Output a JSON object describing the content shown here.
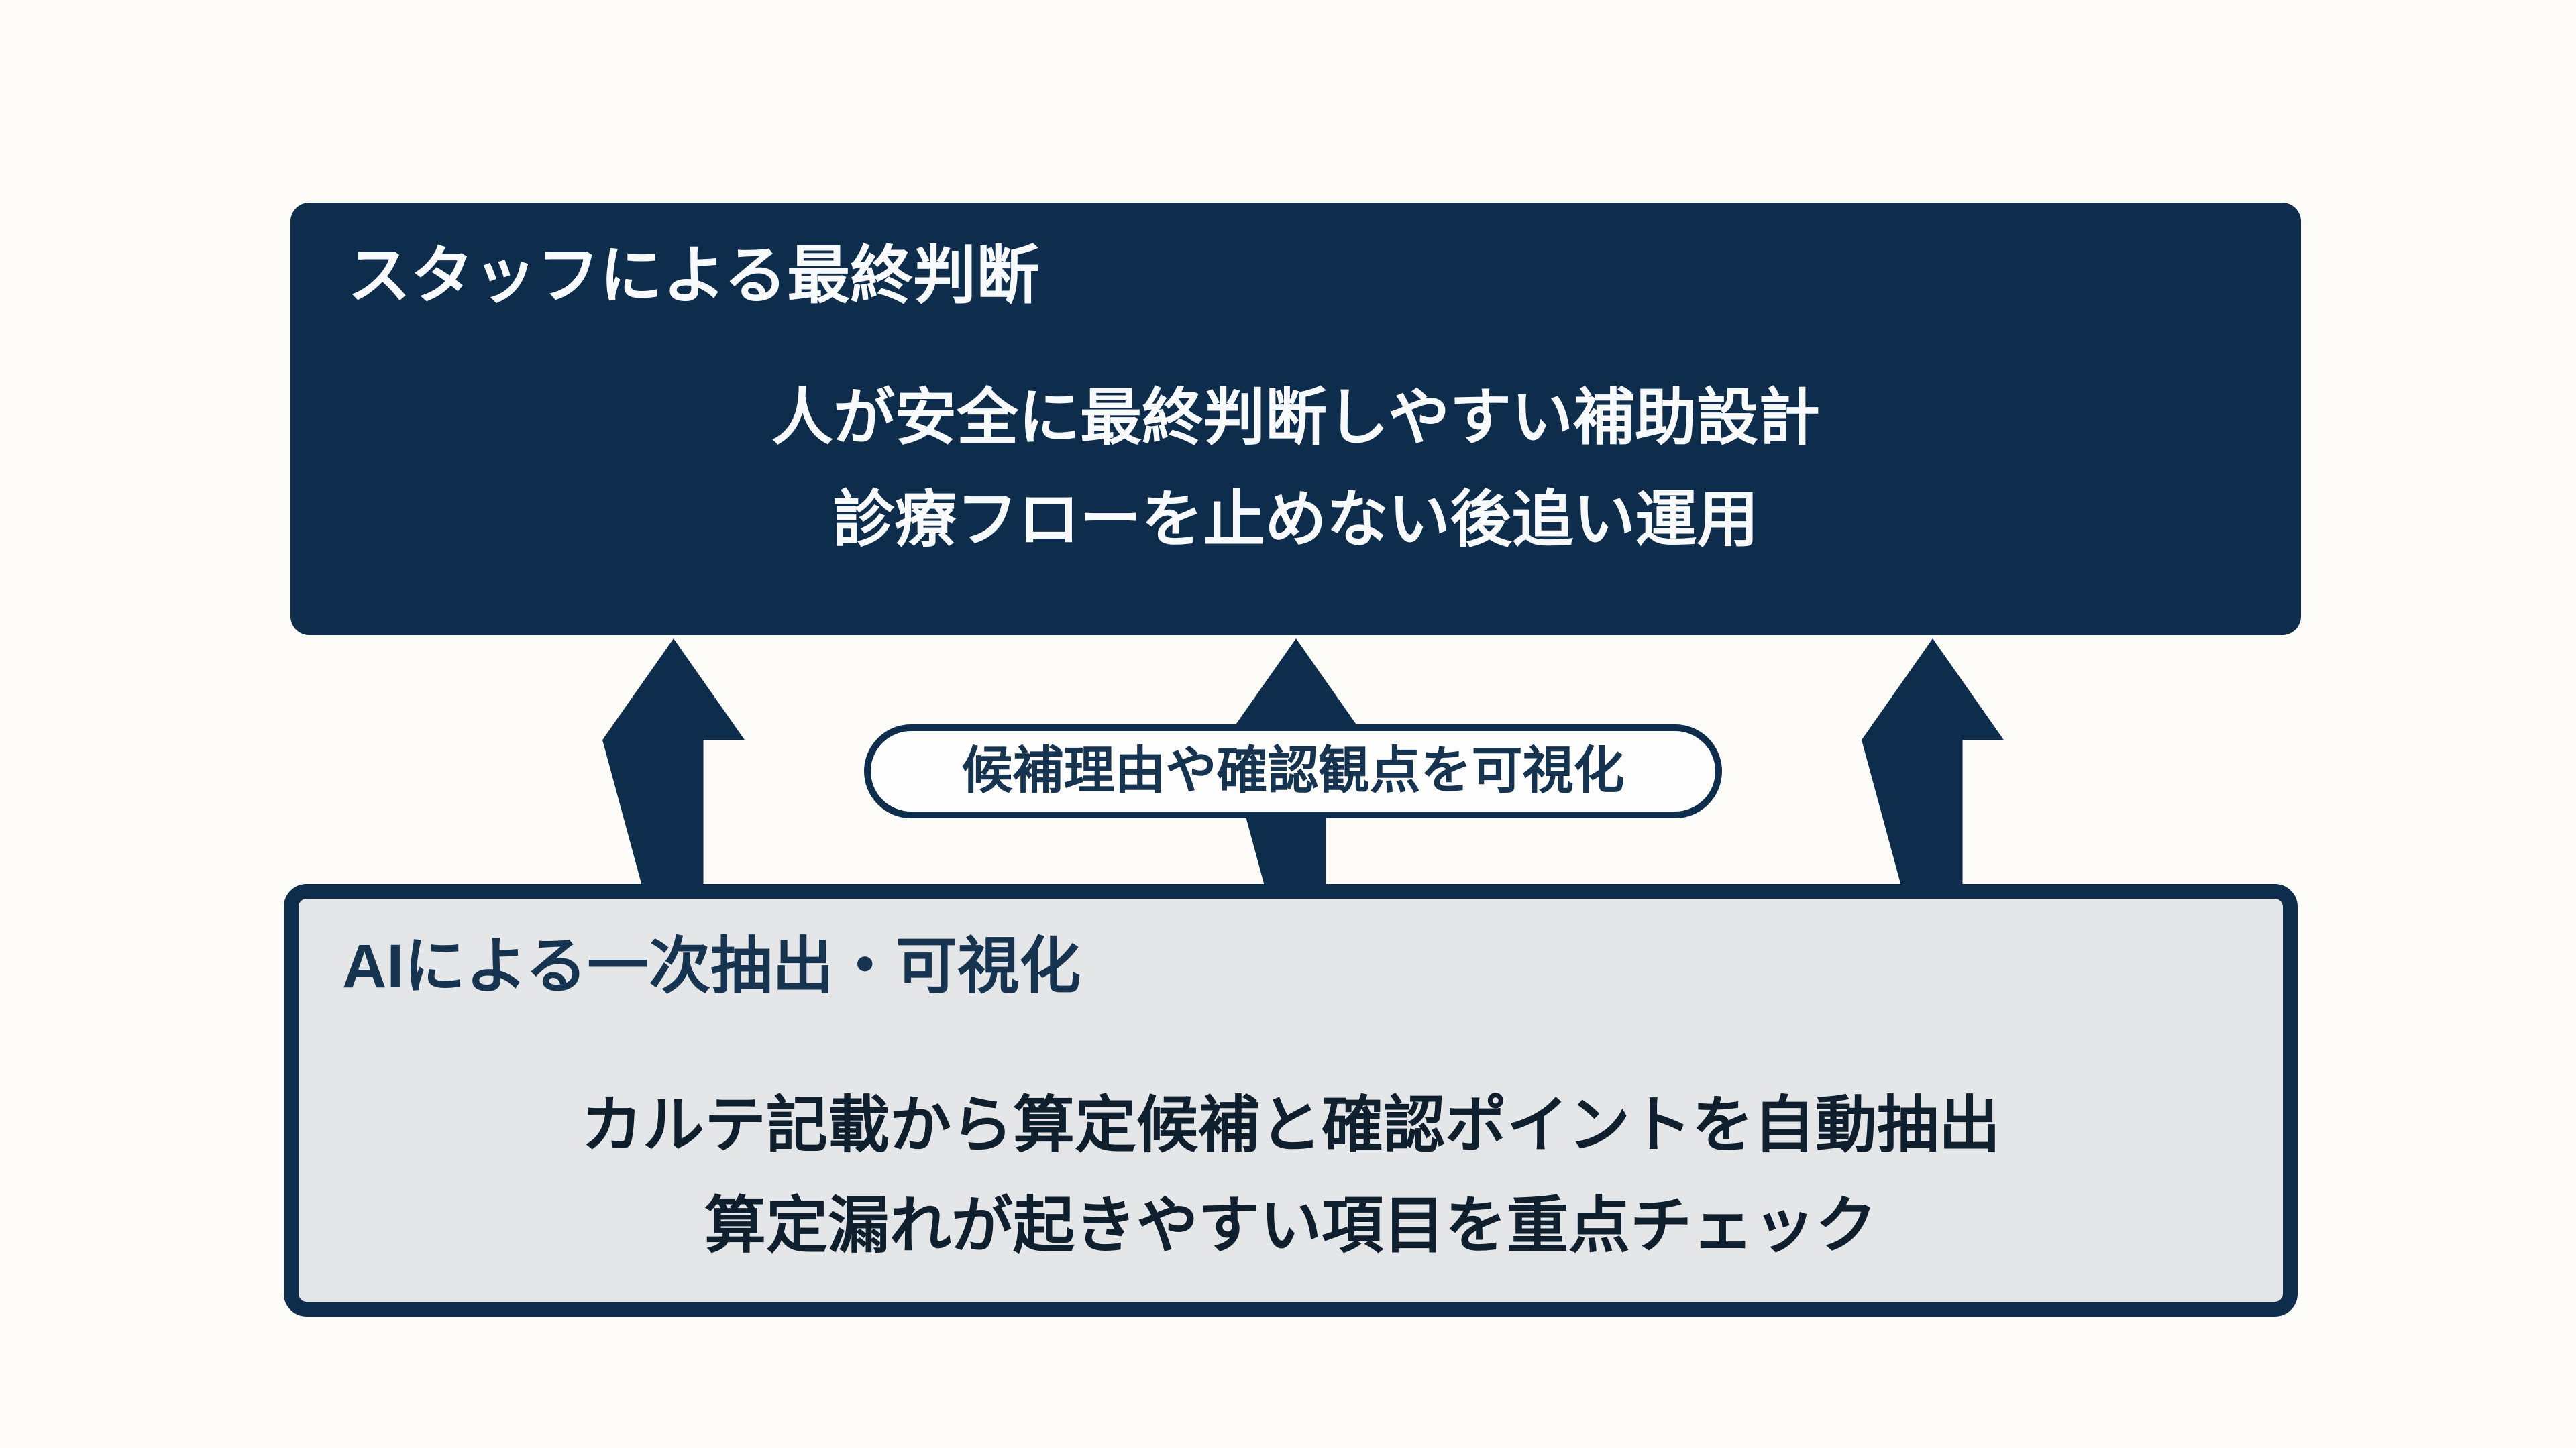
{
  "colors": {
    "navy": "#0e2d4c",
    "box_gray": "#e5e6e7",
    "background": "#fcfbf8",
    "pill_background": "#fdfdfd",
    "light_text": "#f7f9fa",
    "dark_text": "#101f2e",
    "dark_title": "#16334f"
  },
  "diagram": {
    "top_box": {
      "title": "スタッフによる最終判断",
      "lines": [
        "人が安全に最終判断しやすい補助設計",
        "診療フローを止めない後追い運用"
      ]
    },
    "pill": {
      "label": "候補理由や確認観点を可視化"
    },
    "arrows": [
      {
        "name": "up-arrow-left"
      },
      {
        "name": "up-arrow-middle"
      },
      {
        "name": "up-arrow-right"
      }
    ],
    "bottom_box": {
      "title": "AIによる一次抽出・可視化",
      "lines": [
        "カルテ記載から算定候補と確認ポイントを自動抽出",
        "算定漏れが起きやすい項目を重点チェック"
      ]
    }
  }
}
